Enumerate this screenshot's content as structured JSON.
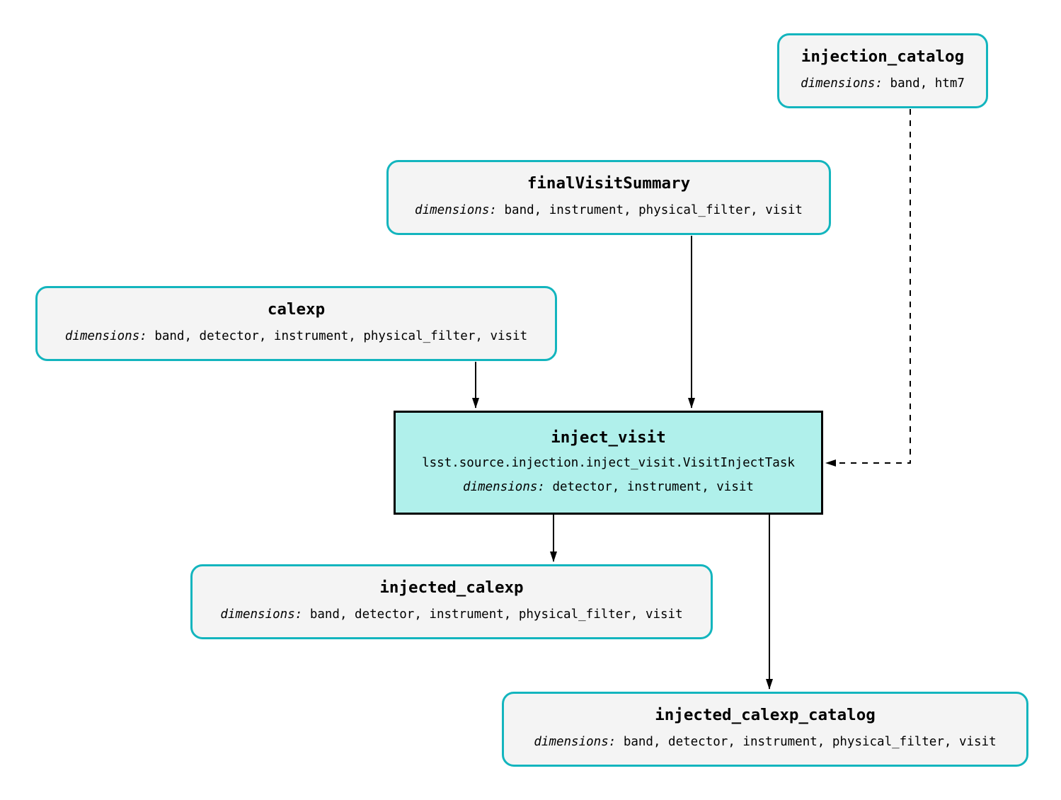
{
  "diagram": {
    "nodes": {
      "injection_catalog": {
        "title": "injection_catalog",
        "dimensions_label": "dimensions:",
        "dimensions": "band, htm7"
      },
      "finalVisitSummary": {
        "title": "finalVisitSummary",
        "dimensions_label": "dimensions:",
        "dimensions": "band, instrument, physical_filter, visit"
      },
      "calexp": {
        "title": "calexp",
        "dimensions_label": "dimensions:",
        "dimensions": "band, detector, instrument, physical_filter, visit"
      },
      "inject_visit": {
        "title": "inject_visit",
        "task_class": "lsst.source.injection.inject_visit.VisitInjectTask",
        "dimensions_label": "dimensions:",
        "dimensions": "detector, instrument, visit"
      },
      "injected_calexp": {
        "title": "injected_calexp",
        "dimensions_label": "dimensions:",
        "dimensions": "band, detector, instrument, physical_filter, visit"
      },
      "injected_calexp_catalog": {
        "title": "injected_calexp_catalog",
        "dimensions_label": "dimensions:",
        "dimensions": "band, detector, instrument, physical_filter, visit"
      }
    },
    "edges": [
      {
        "from": "calexp",
        "to": "inject_visit",
        "style": "solid"
      },
      {
        "from": "finalVisitSummary",
        "to": "inject_visit",
        "style": "solid"
      },
      {
        "from": "injection_catalog",
        "to": "inject_visit",
        "style": "dashed"
      },
      {
        "from": "inject_visit",
        "to": "injected_calexp",
        "style": "solid"
      },
      {
        "from": "inject_visit",
        "to": "injected_calexp_catalog",
        "style": "solid"
      }
    ],
    "colors": {
      "dataset_border": "#13b5be",
      "dataset_fill": "#f4f4f4",
      "task_border": "#000000",
      "task_fill": "#b0f0eb",
      "edge": "#000000",
      "background": "#ffffff"
    }
  }
}
